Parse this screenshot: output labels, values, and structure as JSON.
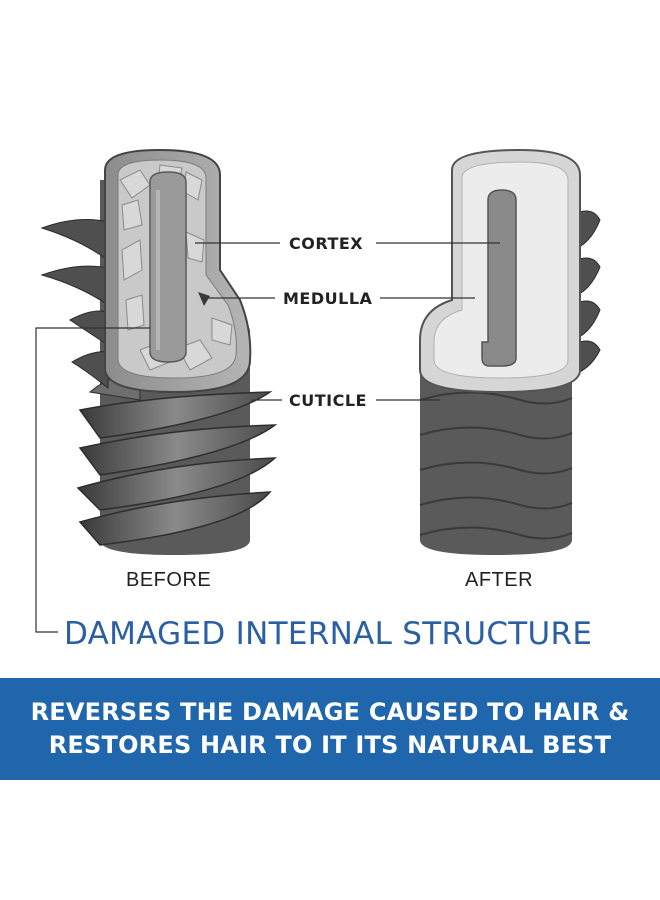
{
  "labels": {
    "cortex": "CORTEX",
    "medulla": "MEDULLA",
    "cuticle": "CUTICLE"
  },
  "captions": {
    "before": "BEFORE",
    "after": "AFTER"
  },
  "headline": "DAMAGED INTERNAL STRUCTURE",
  "banner": {
    "line1": "REVERSES THE DAMAGE CAUSED TO HAIR &",
    "line2": "RESTORES HAIR TO IT ITS NATURAL BEST"
  },
  "colors": {
    "accent_blue": "#1f66ad",
    "headline_blue": "#2a5fa3",
    "banner_text": "#ffffff"
  }
}
